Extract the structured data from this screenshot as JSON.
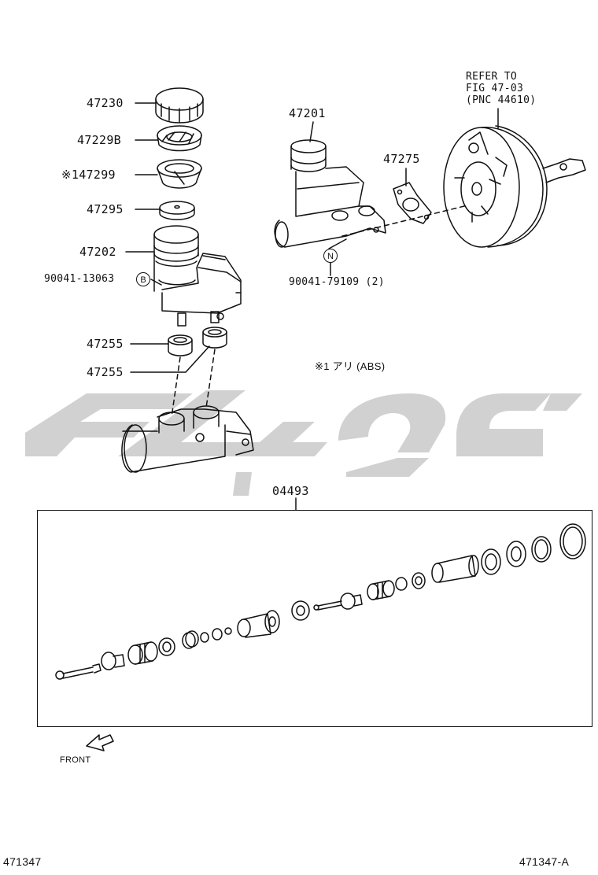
{
  "watermark": {
    "color": "#c8c8c8"
  },
  "labels": {
    "p47230": "47230",
    "p47229b": "47229B",
    "p147299": "※147299",
    "p47295": "47295",
    "p47202": "47202",
    "p90041_13063": "90041-13063",
    "p47255a": "47255",
    "p47255b": "47255",
    "p47201": "47201",
    "p47275": "47275",
    "p90041_79109": "90041-79109 (2)",
    "p04493": "04493",
    "refer": [
      "REFER TO",
      "FIG 47-03",
      "(PNC 44610)"
    ],
    "note": "※1 アリ (ABS)",
    "front": "FRONT",
    "fig_left": "471347",
    "fig_right": "471347-A"
  },
  "callouts": {
    "b": "B",
    "n": "N"
  }
}
